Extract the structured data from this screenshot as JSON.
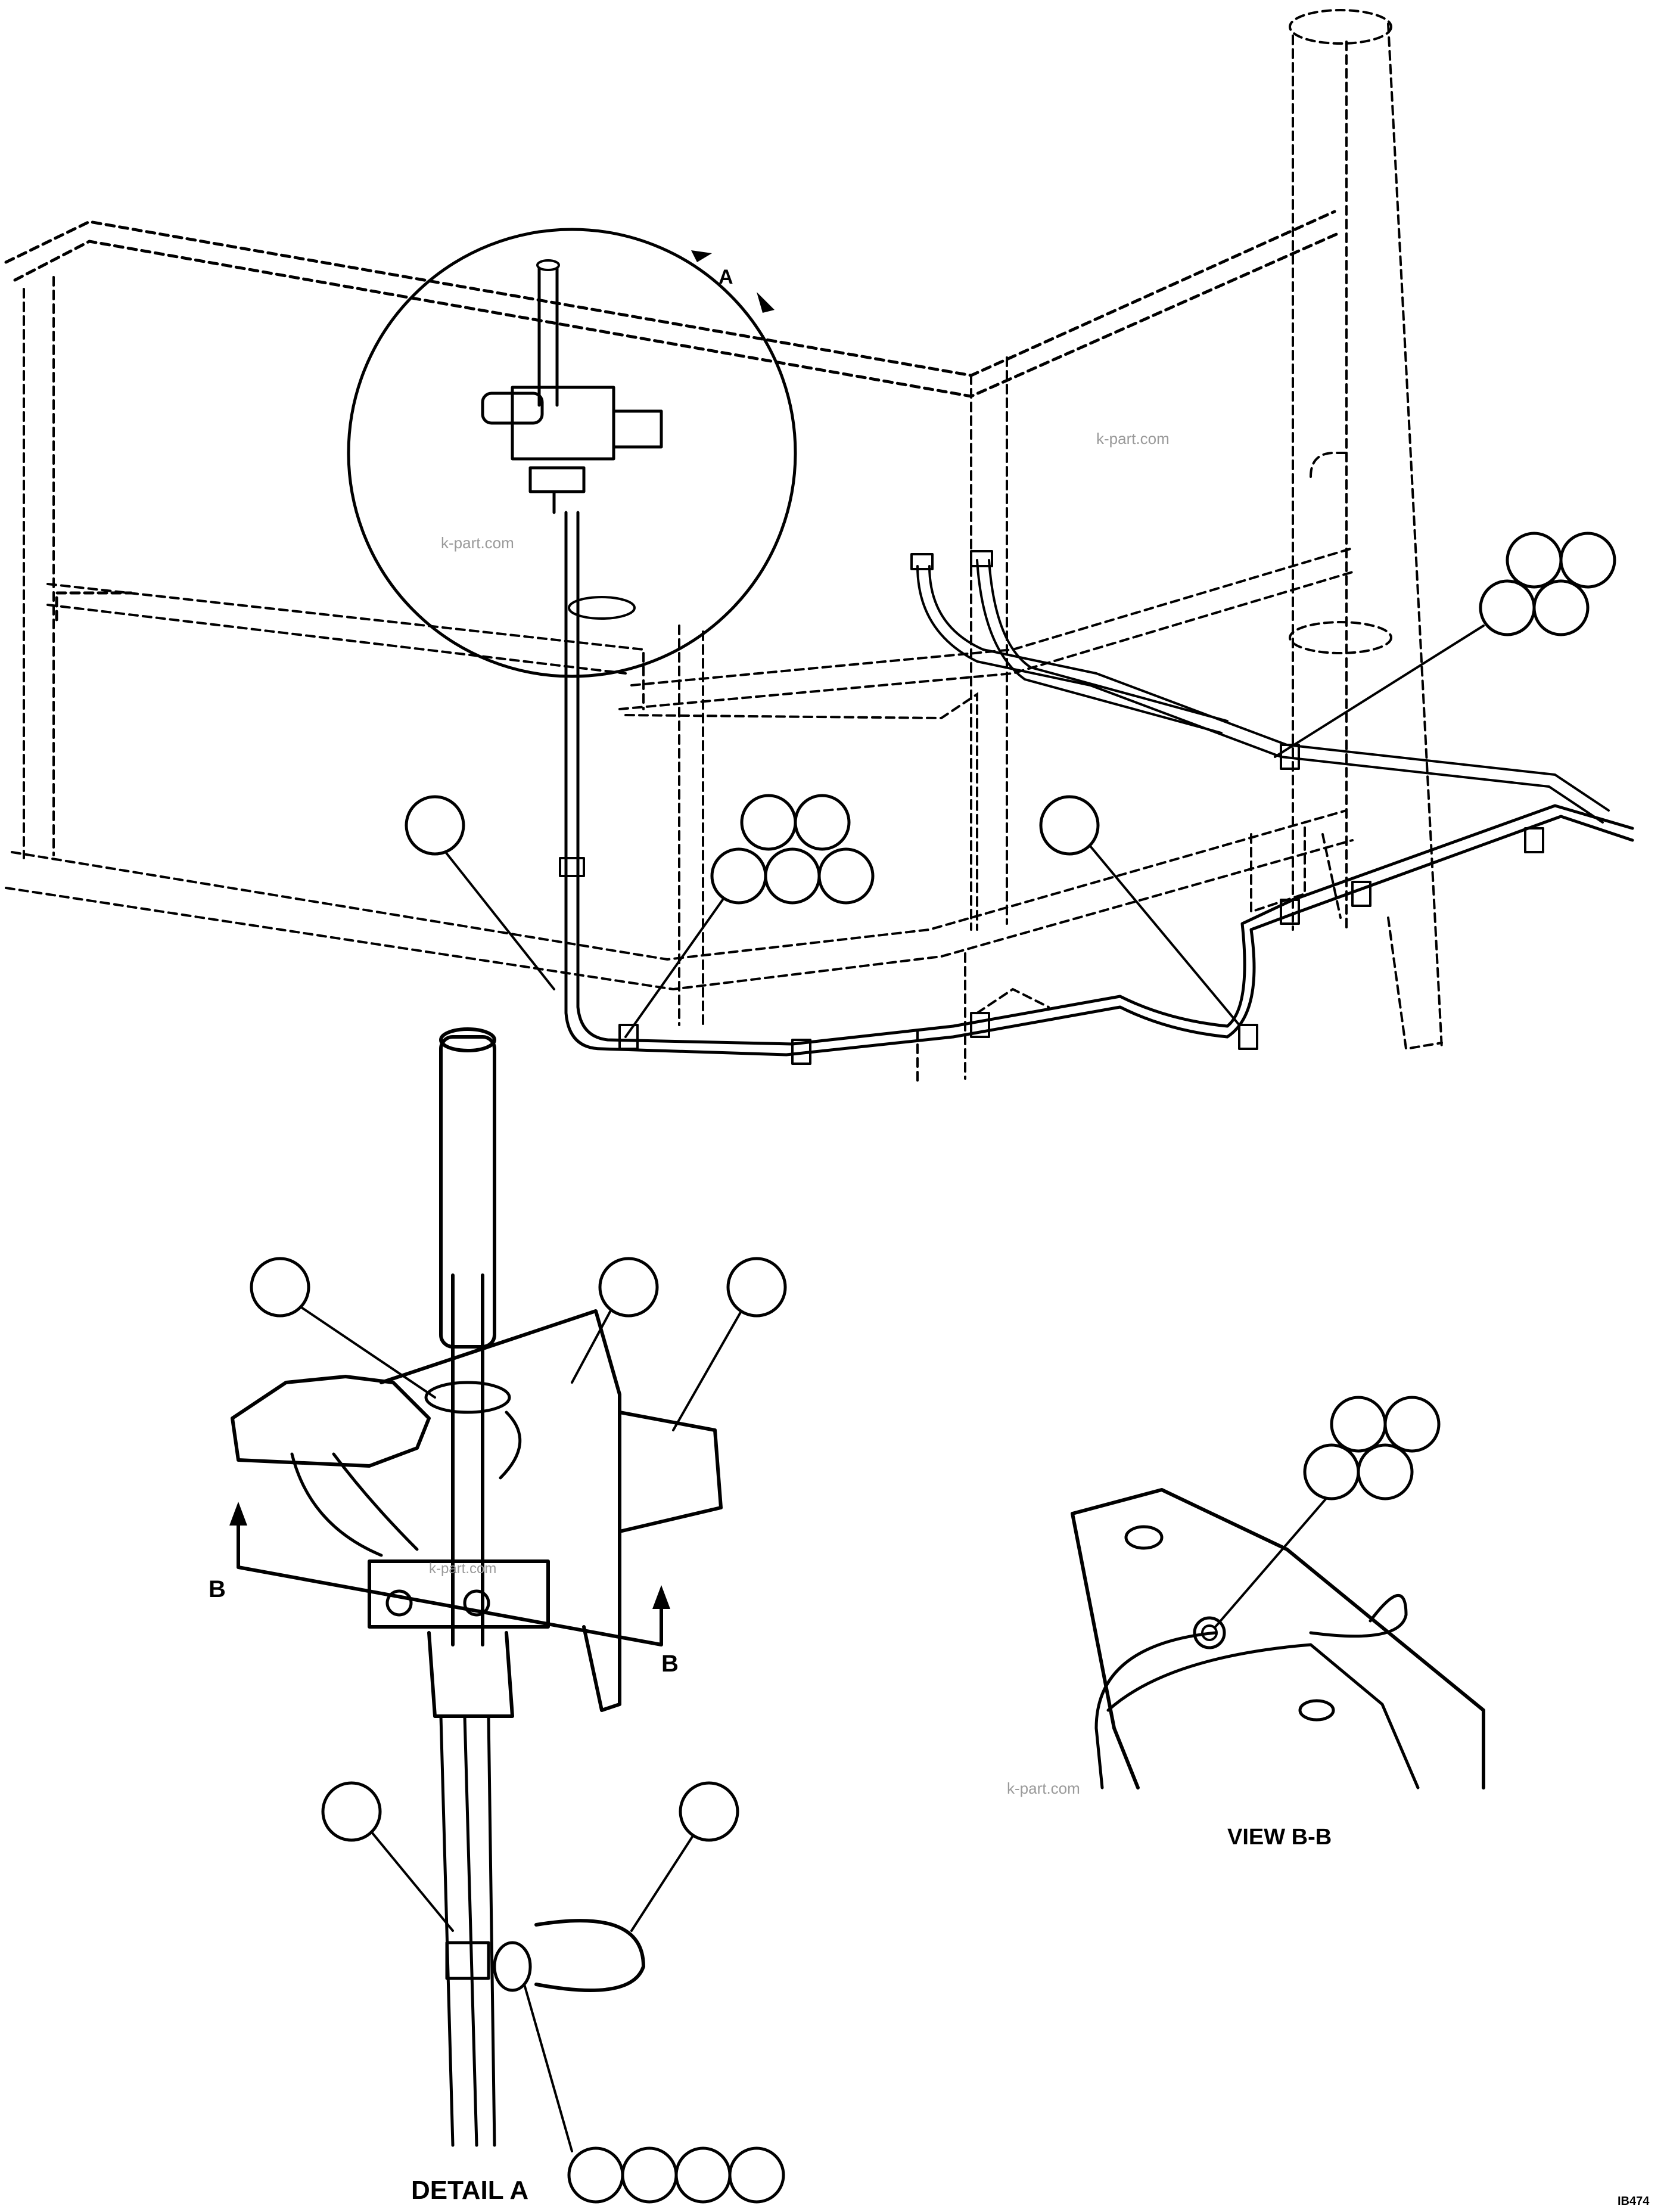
{
  "labels": {
    "detail_ref": "A",
    "section_marker_left": "B",
    "section_marker_right": "B",
    "detail_title": "DETAIL A",
    "view_title": "VIEW B-B",
    "sheet_code": "IB474"
  },
  "watermarks": {
    "w1": "k-part.com",
    "w2": "k-part.com",
    "w3": "k-part.com",
    "w4": "k-part.com"
  },
  "colors": {
    "line": "#000000",
    "watermark": "#9a9a9a",
    "background": "#ffffff"
  }
}
